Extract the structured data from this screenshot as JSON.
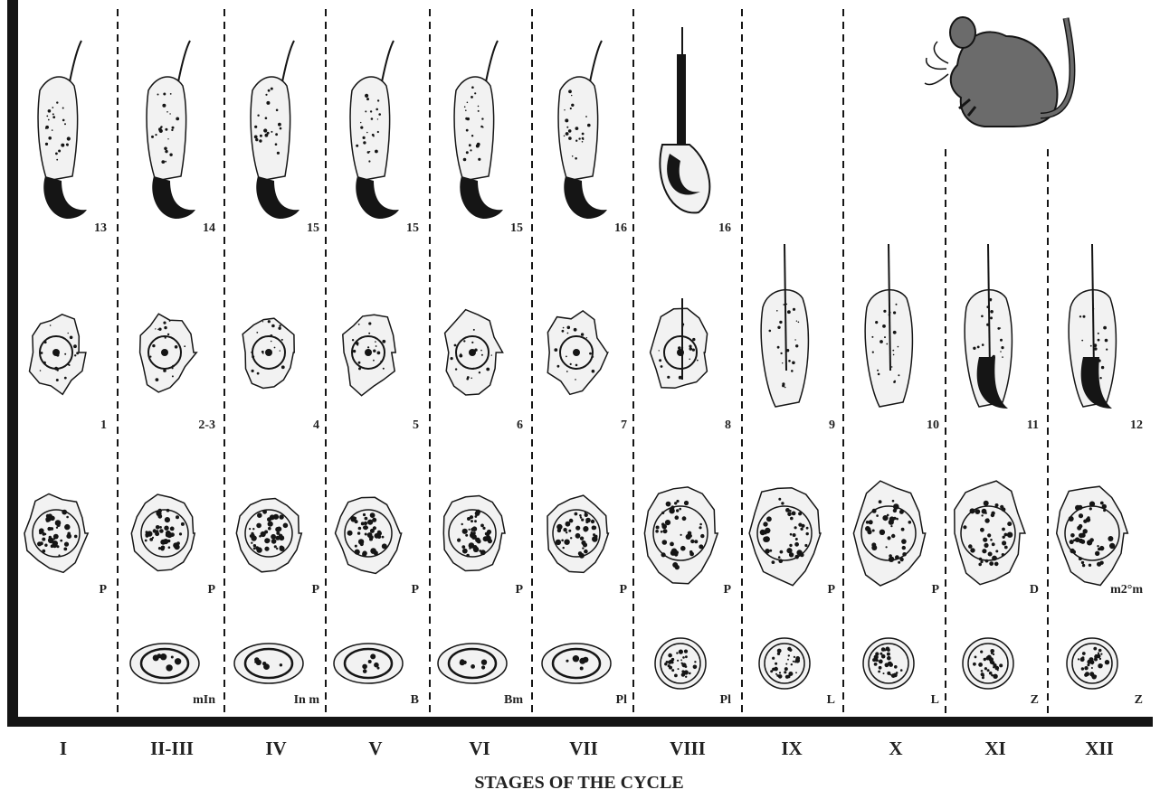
{
  "title": "STAGES OF THE CYCLE",
  "colors": {
    "ink": "#151515",
    "mouse": "#6b6b6b",
    "paper": "#ffffff",
    "cytoplasm": "#f2f2f2"
  },
  "mouse_icon": "mouse-icon",
  "stages": [
    "I",
    "II-III",
    "IV",
    "V",
    "VI",
    "VII",
    "VIII",
    "IX",
    "X",
    "XI",
    "XII"
  ],
  "rows": {
    "elongated_spermatids": [
      "13",
      "14",
      "15",
      "15",
      "15",
      "16",
      "16"
    ],
    "round_and_elongating_spermatids": [
      "1",
      "2-3",
      "4",
      "5",
      "6",
      "7",
      "8",
      "9",
      "10",
      "11",
      "12"
    ],
    "spermatocytes": [
      "P",
      "P",
      "P",
      "P",
      "P",
      "P",
      "P",
      "P",
      "P",
      "D",
      "m2°m"
    ],
    "early_germ_cells": [
      "",
      "mIn",
      "In m",
      "B",
      "Bm",
      "Pl",
      "Pl",
      "L",
      "L",
      "Z",
      "Z"
    ]
  }
}
